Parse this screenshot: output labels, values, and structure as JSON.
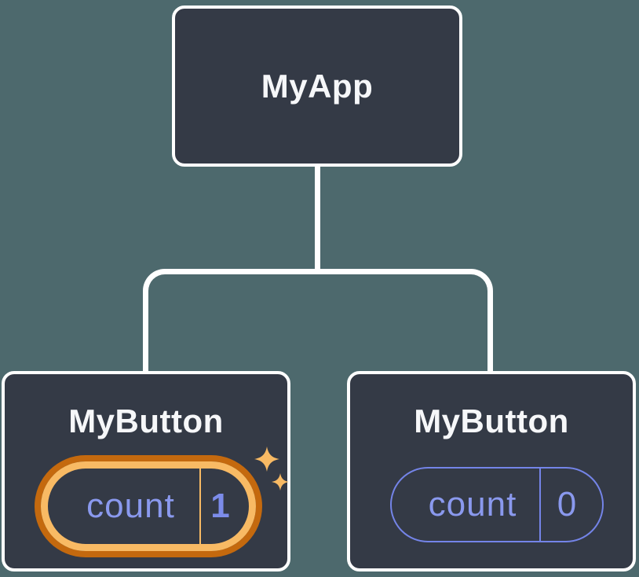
{
  "diagram": {
    "kind": "component-tree",
    "root": {
      "label": "MyApp"
    },
    "children": [
      {
        "label": "MyButton",
        "state": {
          "name": "count",
          "value": "1"
        },
        "highlighted": true,
        "decoration": "sparkles"
      },
      {
        "label": "MyButton",
        "state": {
          "name": "count",
          "value": "0"
        },
        "highlighted": false,
        "decoration": "none"
      }
    ]
  },
  "icons": {
    "sparkle_large": "four-point-star",
    "sparkle_small": "four-point-star"
  },
  "colors": {
    "bg": "#4D696D",
    "card": "#343A46",
    "line": "#FFFFFF",
    "text": "#F6F7F9",
    "accent": "#8A99EE",
    "accent-strong": "#7C8CEA",
    "pill-border": "#7484E8",
    "gold": "#F8BA64",
    "orange": "#C4690E"
  }
}
